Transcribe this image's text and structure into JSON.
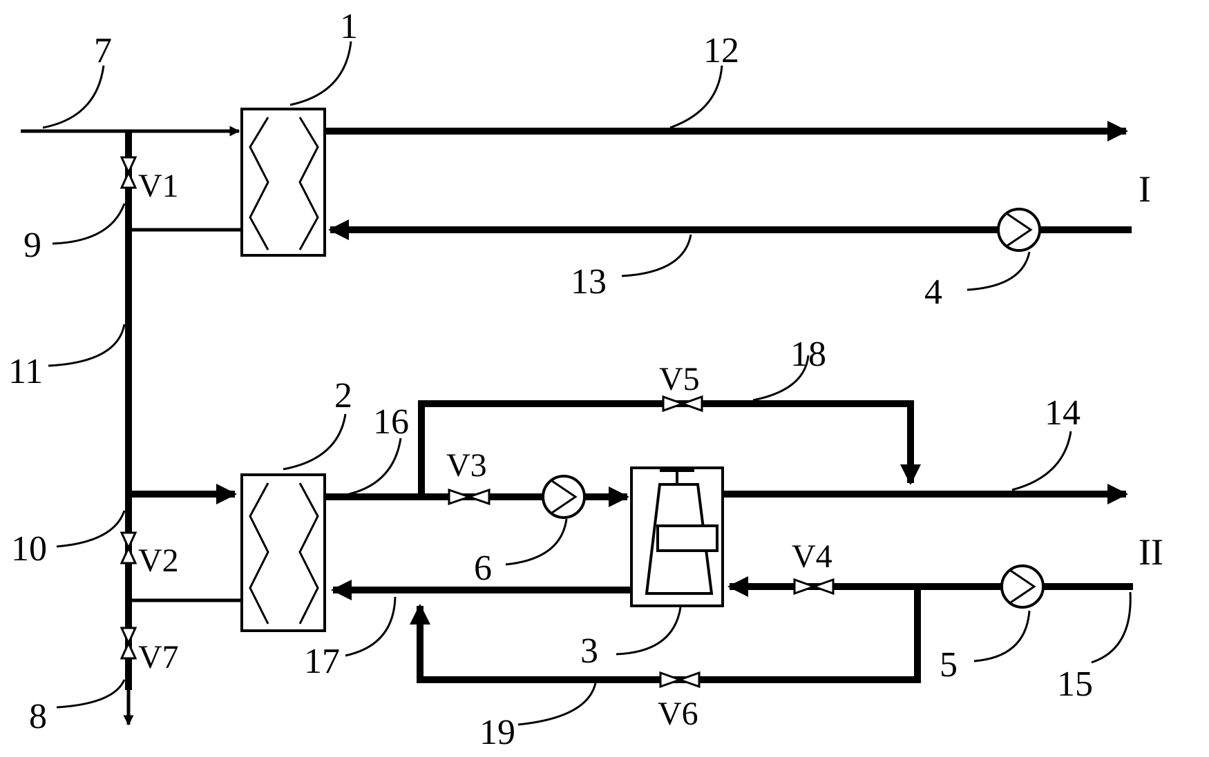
{
  "labels": {
    "n1": "1",
    "n2": "2",
    "n3": "3",
    "n4": "4",
    "n5": "5",
    "n6": "6",
    "n7": "7",
    "n8": "8",
    "n9": "9",
    "n10": "10",
    "n11": "11",
    "n12": "12",
    "n13": "13",
    "n14": "14",
    "n15": "15",
    "n16": "16",
    "n17": "17",
    "n18": "18",
    "n19": "19"
  },
  "valves": {
    "v1": "V1",
    "v2": "V2",
    "v3": "V3",
    "v4": "V4",
    "v5": "V5",
    "v6": "V6",
    "v7": "V7"
  },
  "circuits": {
    "c1": "I",
    "c2": "II"
  }
}
